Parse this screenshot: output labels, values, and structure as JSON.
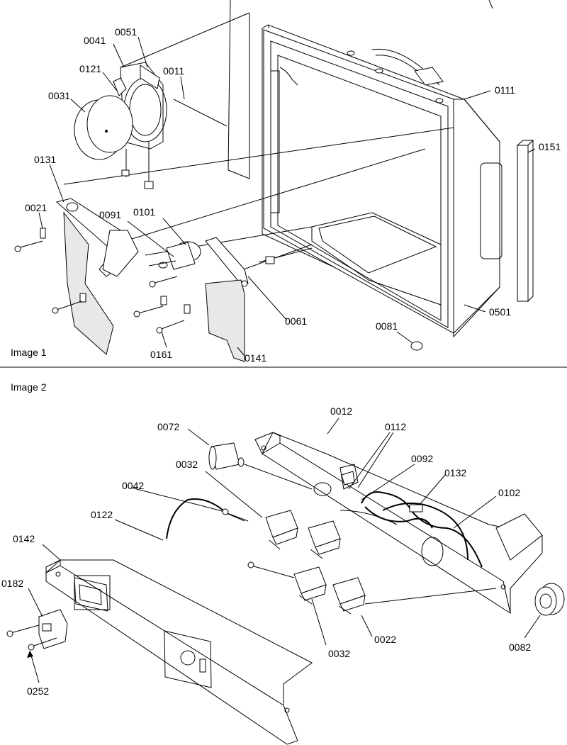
{
  "panel1": {
    "caption": "Image 1",
    "labels": [
      "0041",
      "0051",
      "0121",
      "0011",
      "0031",
      "0111",
      "0151",
      "0131",
      "0021",
      "0091",
      "0101",
      "0061",
      "0081",
      "0501",
      "0161",
      "0141"
    ]
  },
  "panel2": {
    "caption": "Image 2",
    "labels": [
      "0012",
      "0072",
      "0112",
      "0032",
      "0092",
      "0042",
      "0132",
      "0102",
      "0122",
      "0142",
      "0182",
      "0032",
      "0022",
      "0082",
      "0252"
    ]
  }
}
